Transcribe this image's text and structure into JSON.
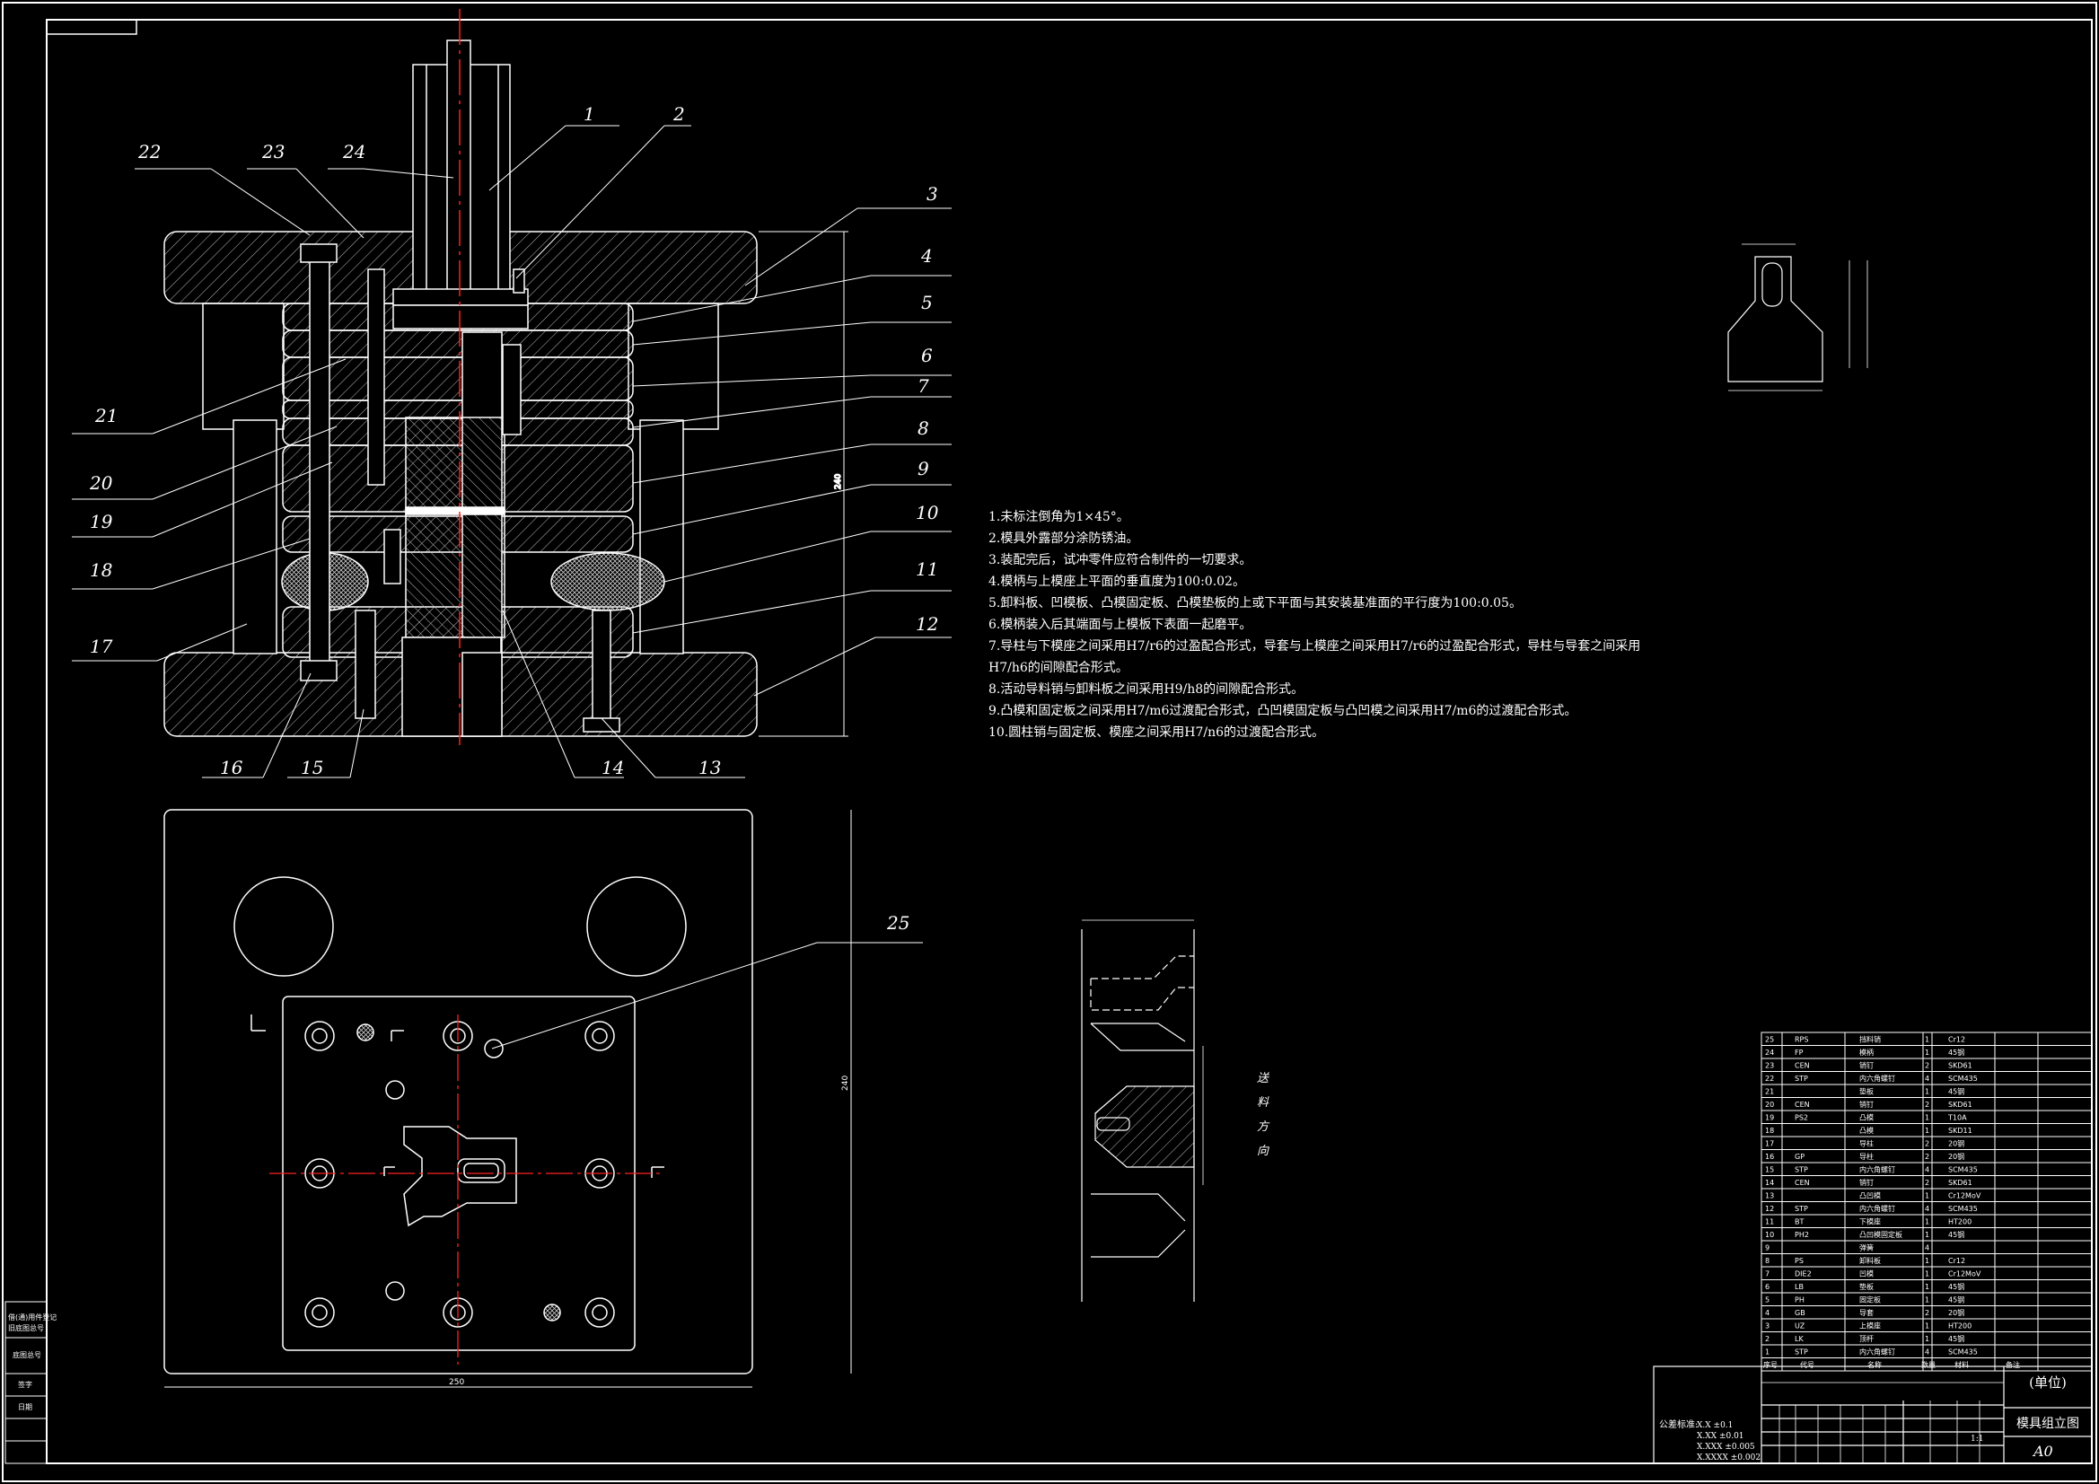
{
  "part_labels": [
    "1",
    "2",
    "3",
    "4",
    "5",
    "6",
    "7",
    "8",
    "9",
    "10",
    "11",
    "12",
    "13",
    "14",
    "15",
    "16",
    "17",
    "18",
    "19",
    "20",
    "21",
    "22",
    "23",
    "24",
    "25"
  ],
  "notes": [
    "1.未标注倒角为1×45°。",
    "2.模具外露部分涂防锈油。",
    "3.装配完后，试冲零件应符合制件的一切要求。",
    "4.模柄与上模座上平面的垂直度为100:0.02。",
    "5.卸料板、凹模板、凸模固定板、凸模垫板的上或下平面与其安装基准面的平行度为100:0.05。",
    "6.模柄装入后其端面与上模板下表面一起磨平。",
    "7.导柱与下模座之间采用H7/r6的过盈配合形式，导套与上模座之间采用H7/r6的过盈配合形式，导柱与导套之间采用",
    "H7/h6的间隙配合形式。",
    "8.活动导料销与卸料板之间采用H9/h8的间隙配合形式。",
    "9.凸模和固定板之间采用H7/m6过渡配合形式，凸凹模固定板与凸凹模之间采用H7/m6的过渡配合形式。",
    "10.圆柱销与固定板、模座之间采用H7/n6的过渡配合形式。"
  ],
  "feed_label": [
    "送",
    "料",
    "方",
    "向"
  ],
  "bom": {
    "rows": [
      {
        "no": "25",
        "code": "RPS",
        "name": "挡料销",
        "qty": "1",
        "mat": "Cr12",
        "note": ""
      },
      {
        "no": "24",
        "code": "FP",
        "name": "模柄",
        "qty": "1",
        "mat": "45钢",
        "note": ""
      },
      {
        "no": "23",
        "code": "CEN",
        "name": "销钉",
        "qty": "2",
        "mat": "SKD61",
        "note": ""
      },
      {
        "no": "22",
        "code": "STP",
        "name": "内六角螺钉",
        "qty": "4",
        "mat": "SCM435",
        "note": ""
      },
      {
        "no": "21",
        "code": "",
        "name": "垫板",
        "qty": "1",
        "mat": "45钢",
        "note": ""
      },
      {
        "no": "20",
        "code": "CEN",
        "name": "销钉",
        "qty": "2",
        "mat": "SKD61",
        "note": ""
      },
      {
        "no": "19",
        "code": "PS2",
        "name": "凸模",
        "qty": "1",
        "mat": "T10A",
        "note": ""
      },
      {
        "no": "18",
        "code": "",
        "name": "凸模",
        "qty": "1",
        "mat": "SKD11",
        "note": ""
      },
      {
        "no": "17",
        "code": "",
        "name": "导柱",
        "qty": "2",
        "mat": "20钢",
        "note": ""
      },
      {
        "no": "16",
        "code": "GP",
        "name": "导柱",
        "qty": "2",
        "mat": "20钢",
        "note": ""
      },
      {
        "no": "15",
        "code": "STP",
        "name": "内六角螺钉",
        "qty": "4",
        "mat": "SCM435",
        "note": ""
      },
      {
        "no": "14",
        "code": "CEN",
        "name": "销钉",
        "qty": "2",
        "mat": "SKD61",
        "note": ""
      },
      {
        "no": "13",
        "code": "",
        "name": "凸凹模",
        "qty": "1",
        "mat": "Cr12MoV",
        "note": ""
      },
      {
        "no": "12",
        "code": "STP",
        "name": "内六角螺钉",
        "qty": "4",
        "mat": "SCM435",
        "note": ""
      },
      {
        "no": "11",
        "code": "BT",
        "name": "下模座",
        "qty": "1",
        "mat": "HT200",
        "note": ""
      },
      {
        "no": "10",
        "code": "PH2",
        "name": "凸凹模固定板",
        "qty": "1",
        "mat": "45钢",
        "note": ""
      },
      {
        "no": "9",
        "code": "",
        "name": "弹簧",
        "qty": "4",
        "mat": "",
        "note": ""
      },
      {
        "no": "8",
        "code": "PS",
        "name": "卸料板",
        "qty": "1",
        "mat": "Cr12",
        "note": ""
      },
      {
        "no": "7",
        "code": "DIE2",
        "name": "凹模",
        "qty": "1",
        "mat": "Cr12MoV",
        "note": ""
      },
      {
        "no": "6",
        "code": "LB",
        "name": "垫板",
        "qty": "1",
        "mat": "45钢",
        "note": ""
      },
      {
        "no": "5",
        "code": "PH",
        "name": "固定板",
        "qty": "1",
        "mat": "45钢",
        "note": ""
      },
      {
        "no": "4",
        "code": "GB",
        "name": "导套",
        "qty": "2",
        "mat": "20钢",
        "note": ""
      },
      {
        "no": "3",
        "code": "UZ",
        "name": "上模座",
        "qty": "1",
        "mat": "HT200",
        "note": ""
      },
      {
        "no": "2",
        "code": "LK",
        "name": "顶杆",
        "qty": "1",
        "mat": "45钢",
        "note": ""
      },
      {
        "no": "1",
        "code": "STP",
        "name": "内六角螺钉",
        "qty": "4",
        "mat": "SCM435",
        "note": ""
      }
    ],
    "header": [
      "序号",
      "代号",
      "名称",
      "数量",
      "材料",
      "备注"
    ]
  },
  "title_block": {
    "unit": "(单位)",
    "drawing_name": "模具组立图",
    "sheet_size": "A0",
    "scale": "1:1",
    "tolerance_label": "公差标准:",
    "tolerances": [
      "X.X  ±0.1",
      "X.XX  ±0.01",
      "X.XXX  ±0.005",
      "X.XXXX  ±0.002"
    ]
  },
  "left_strip": [
    "借(通)用件登记",
    "旧底图总号",
    "底图总号",
    "签字",
    "日期"
  ],
  "colors": {
    "line": "#ffffff",
    "hatch": "#bbbbbb",
    "center": "#ff2020",
    "bg": "#000000"
  }
}
